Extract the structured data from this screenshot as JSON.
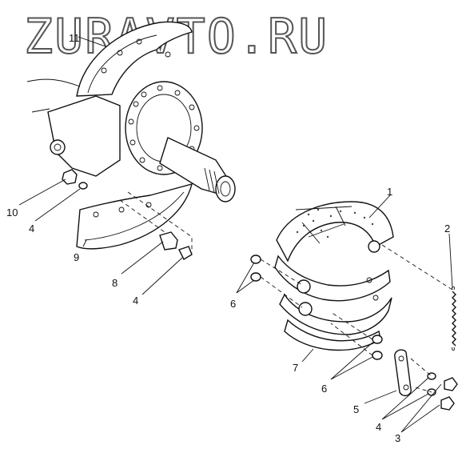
{
  "watermark": "ZURAVTO.RU",
  "callouts": {
    "c1": "1",
    "c2": "2",
    "c3": "3",
    "c4a": "4",
    "c4b": "4",
    "c4c": "4",
    "c5": "5",
    "c6a": "6",
    "c6b": "6",
    "c7": "7",
    "c8": "8",
    "c9": "9",
    "c10": "10",
    "c11": "11"
  }
}
